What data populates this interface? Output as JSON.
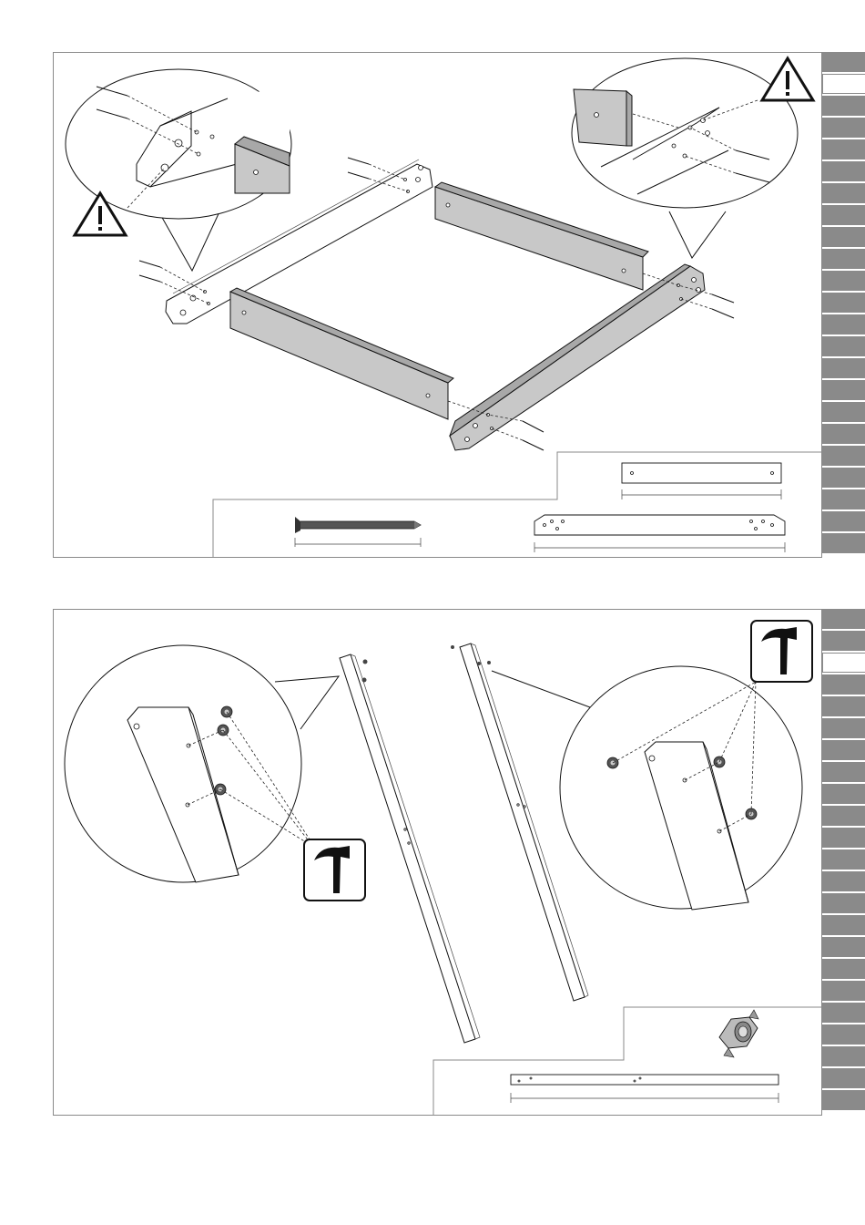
{
  "page": {
    "background": "#ffffff"
  },
  "colors": {
    "frame": "#8a8a8a",
    "tab": "#8a8a8a",
    "wood_grey": "#c8c8c8",
    "ink": "#111111"
  },
  "top_panel": {
    "tabs": {
      "count": 23,
      "active_index": 1
    },
    "icons": [
      "warning-icon",
      "warning-icon"
    ],
    "parts": [
      "screw",
      "side-rail",
      "long-rail"
    ]
  },
  "bottom_panel": {
    "tabs": {
      "count": 23,
      "active_index": 2
    },
    "icons": [
      "hammer-icon",
      "hammer-icon"
    ],
    "parts": [
      "tee-nut",
      "post"
    ]
  }
}
